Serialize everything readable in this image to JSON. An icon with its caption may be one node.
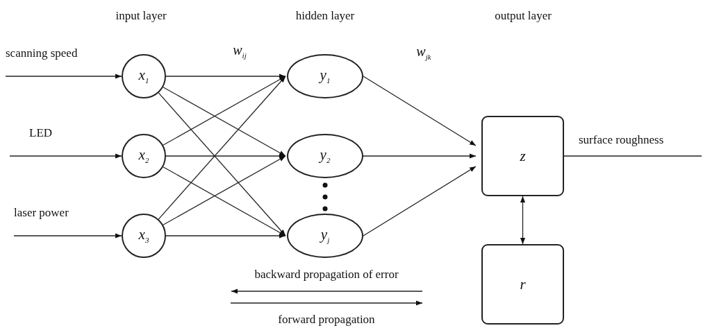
{
  "diagram": {
    "nodes": [
      {
        "text": [
          "x$_{1}$"
        ]
      },
      {
        "text": [
          "x$_{2}$"
        ]
      },
      {
        "text": [
          "x$_{3}$"
        ]
      },
      {
        "text": [
          "y$_{1}$"
        ]
      },
      {
        "text": [
          "y$_{2}$"
        ]
      },
      {
        "text": [
          "y$_{j}$"
        ]
      },
      {
        "text": [
          "z"
        ]
      },
      {
        "text": [
          "r"
        ]
      }
    ],
    "edges": [
      {
        "from": null,
        "to": 0,
        "arrow": "to",
        "label": "scanning speed"
      },
      {
        "from": null,
        "to": 1,
        "arrow": "to",
        "label": "LED"
      },
      {
        "from": null,
        "to": 2,
        "arrow": "to",
        "label": "laser power"
      },
      {
        "from": 0,
        "to": 3,
        "arrow": "to"
      },
      {
        "from": 0,
        "to": 4,
        "arrow": "to"
      },
      {
        "from": 0,
        "to": 5,
        "arrow": "to"
      },
      {
        "from": 1,
        "to": 3,
        "arrow": "to"
      },
      {
        "from": 1,
        "to": 4,
        "arrow": "to"
      },
      {
        "from": 1,
        "to": 5,
        "arrow": "to"
      },
      {
        "from": 2,
        "to": 3,
        "arrow": "to"
      },
      {
        "from": 2,
        "to": 4,
        "arrow": "to"
      },
      {
        "from": 2,
        "to": 5,
        "arrow": "to"
      },
      {
        "from": 3,
        "to": 6,
        "arrow": "to"
      },
      {
        "from": 4,
        "to": 6,
        "arrow": "to"
      },
      {
        "from": 5,
        "to": 6,
        "arrow": "to"
      },
      {
        "from": 6,
        "to": 7,
        "arrow": "both"
      },
      {
        "from": 6,
        "to": null,
        "arrow": "none",
        "label": "surface roughness"
      }
    ],
    "labels": [
      "input layer",
      "hidden layer",
      "output layer",
      "w$_{ij}$",
      "w$_{jk}$",
      "backward propagation of error",
      "forward propagation"
    ]
  }
}
